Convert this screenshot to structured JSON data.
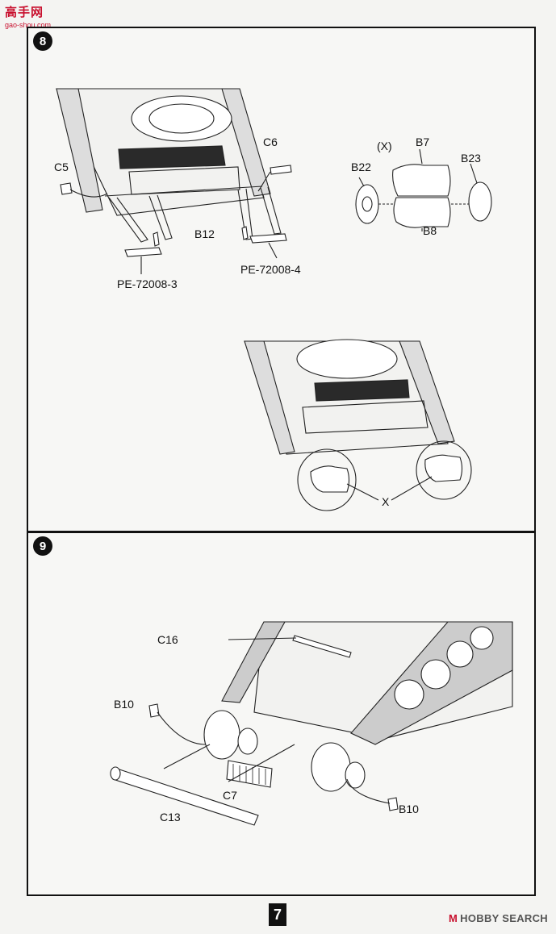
{
  "watermark": {
    "logo": "高手网",
    "url": "gao-shou.com"
  },
  "step8": {
    "number": "8",
    "labels": {
      "c5": "C5",
      "c6": "C6",
      "b12": "B12",
      "pe3": "PE-72008-3",
      "pe4": "PE-72008-4",
      "x_paren": "(X)",
      "b7": "B7",
      "b22": "B22",
      "b23": "B23",
      "b8": "B8",
      "x": "X"
    }
  },
  "step9": {
    "number": "9",
    "labels": {
      "c16": "C16",
      "b10_left": "B10",
      "c7": "C7",
      "c13": "C13",
      "b10_right": "B10"
    }
  },
  "footer": {
    "page_number": "7",
    "credit": "HOBBY SEARCH",
    "credit_icon": "M"
  }
}
